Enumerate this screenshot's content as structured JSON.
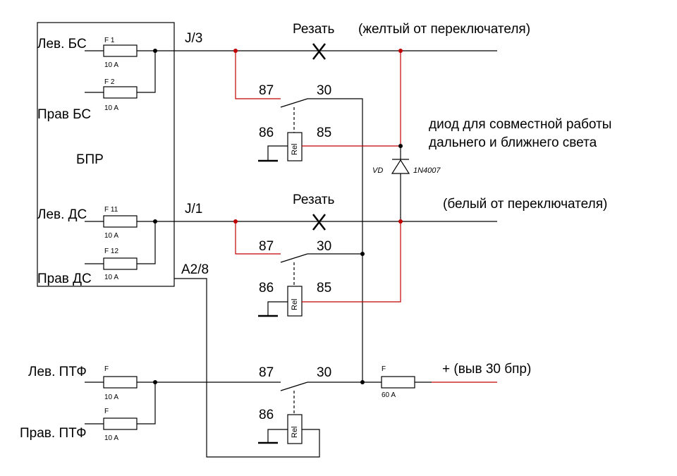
{
  "colors": {
    "wire": "#000000",
    "accent_wire": "#c00000",
    "junction": "#000000",
    "red_junction": "#c00000"
  },
  "bpr": {
    "title": "БПР",
    "left_bs": "Лев. БС",
    "right_bs": "Прав БС",
    "left_ds": "Лев. ДС",
    "right_ds": "Прав ДС",
    "fuses": [
      {
        "name": "F 1",
        "rating": "10 A"
      },
      {
        "name": "F 2",
        "rating": "10 A"
      },
      {
        "name": "F 11",
        "rating": "10 A"
      },
      {
        "name": "F 12",
        "rating": "10 A"
      }
    ]
  },
  "connectors": {
    "j3": "J/3",
    "j1": "J/1",
    "a28": "A2/8"
  },
  "cut_labels": {
    "top": "Резать",
    "middle": "Резать",
    "mark": "X"
  },
  "notes": {
    "yellow": "(желтый от переключателя)",
    "white": "(белый от переключателя)",
    "diode_line1": "диод для совместной работы",
    "diode_line2": "дальнего и ближнего света",
    "plus": "+ (выв 30 бпр)"
  },
  "diode": {
    "ref": "VD",
    "part": "1N4007"
  },
  "relays": [
    {
      "pin87": "87",
      "pin30": "30",
      "pin86": "86",
      "pin85": "85",
      "coil": "Rel"
    },
    {
      "pin87": "87",
      "pin30": "30",
      "pin86": "86",
      "pin85": "85",
      "coil": "Rel"
    },
    {
      "pin87": "87",
      "pin30": "30",
      "pin86": "86",
      "coil": "Rel"
    }
  ],
  "fog": {
    "left": "Лев. ПТФ",
    "right": "Прав. ПТФ",
    "fuses": [
      {
        "name": "F",
        "rating": "10 A"
      },
      {
        "name": "F",
        "rating": "10 A"
      }
    ]
  },
  "main_fuse": {
    "name": "F",
    "rating": "60 A"
  }
}
